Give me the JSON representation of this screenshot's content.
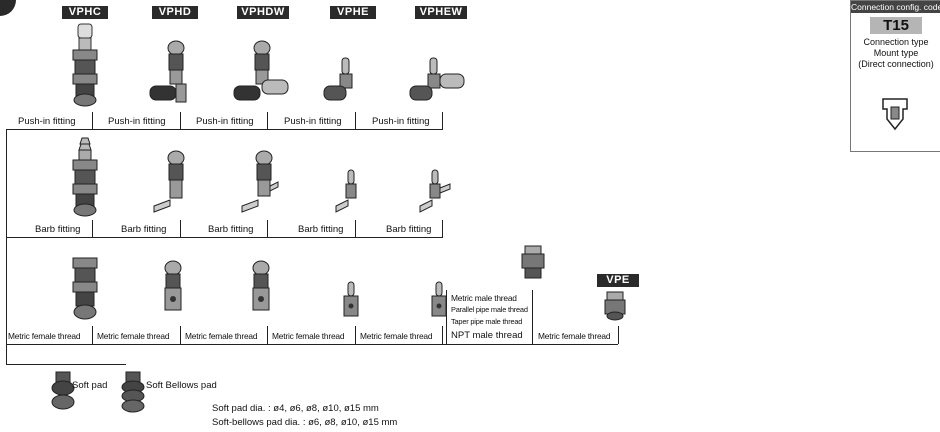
{
  "series_headers": [
    "VPHC",
    "VPHD",
    "VPHDW",
    "VPHE",
    "VPHEW"
  ],
  "vpe_header": "VPE",
  "rows": {
    "push_in": [
      "Push-in fitting",
      "Push-in fitting",
      "Push-in fitting",
      "Push-in fitting",
      "Push-in fitting"
    ],
    "barb": [
      "Barb fitting",
      "Barb fitting",
      "Barb fitting",
      "Barb fitting",
      "Barb fitting"
    ],
    "thread": [
      "Metric female thread",
      "Metric female thread",
      "Metric female thread",
      "Metric female thread",
      "Metric female thread",
      "Metric female thread"
    ],
    "thread_options": [
      "Metric male thread",
      "Parallel pipe male thread",
      "Taper pipe male thread",
      "NPT male thread"
    ]
  },
  "pads": {
    "soft_pad": "Soft pad",
    "soft_bellows_pad": "Soft Bellows pad",
    "soft_pad_dia": "Soft pad dia. : ø4, ø6, ø8, ø10, ø15 mm",
    "soft_bellows_dia": "Soft-bellows pad dia. : ø6, ø8, ø10, ø15 mm"
  },
  "config_box": {
    "title": "Connection config. code",
    "code": "T15",
    "desc_line1": "Connection type",
    "desc_line2": "Mount type",
    "desc_line3": "(Direct connection)"
  },
  "colors": {
    "header_bg": "#2a2a2a",
    "code_bg": "#b5b5b5"
  }
}
